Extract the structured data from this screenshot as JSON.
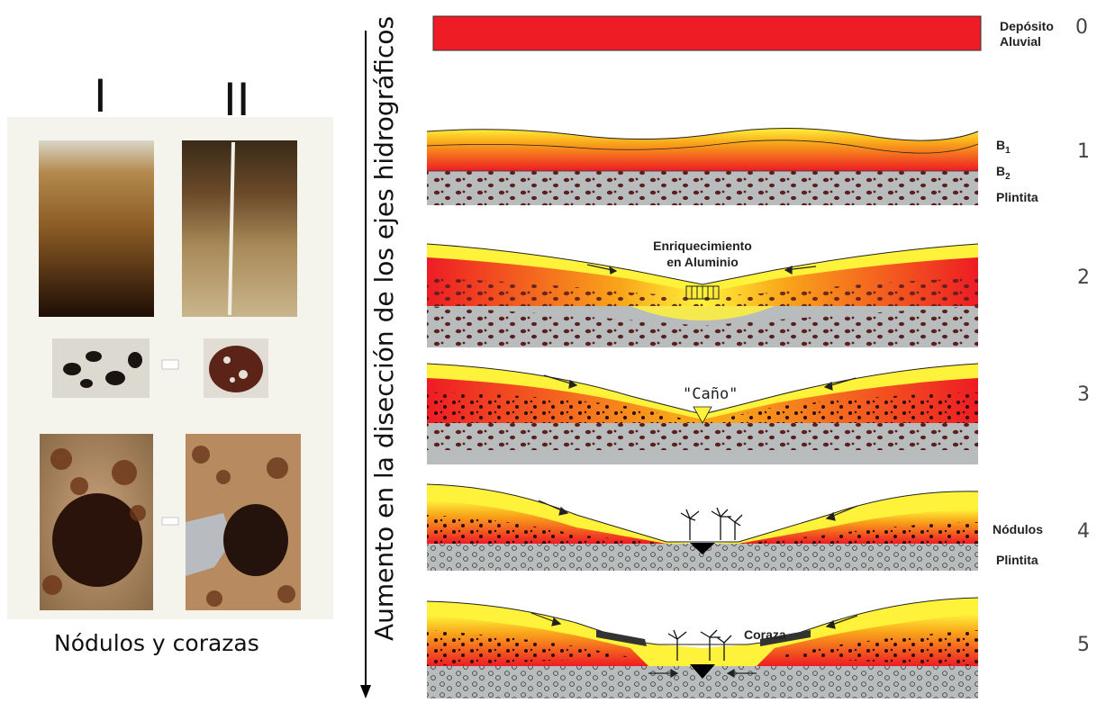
{
  "photos": {
    "column_1_label": "I",
    "column_2_label": "II",
    "caption": "Nódulos y corazas"
  },
  "axis": {
    "label": "Aumento en la disección de los ejes hidrográficos"
  },
  "stages": [
    {
      "number": "0",
      "right_labels": [
        "Depósito",
        "Aluvial"
      ]
    },
    {
      "number": "1",
      "right_labels": [
        "B",
        "B",
        "Plintita"
      ],
      "subscripts": [
        "1",
        "2"
      ]
    },
    {
      "number": "2",
      "inner_label_line1": "Enriquecimiento",
      "inner_label_line2": "en Aluminio"
    },
    {
      "number": "3",
      "inner_label": "\"Caño\""
    },
    {
      "number": "4",
      "right_labels": [
        "Nódulos",
        "Plintita"
      ]
    },
    {
      "number": "5",
      "inner_label": "Coraza"
    }
  ],
  "colors": {
    "red": "#ee1c24",
    "orange": "#f7941d",
    "yellow": "#fff23a",
    "gray": "#b9bcbc",
    "nodule": "#5a1f1f"
  }
}
